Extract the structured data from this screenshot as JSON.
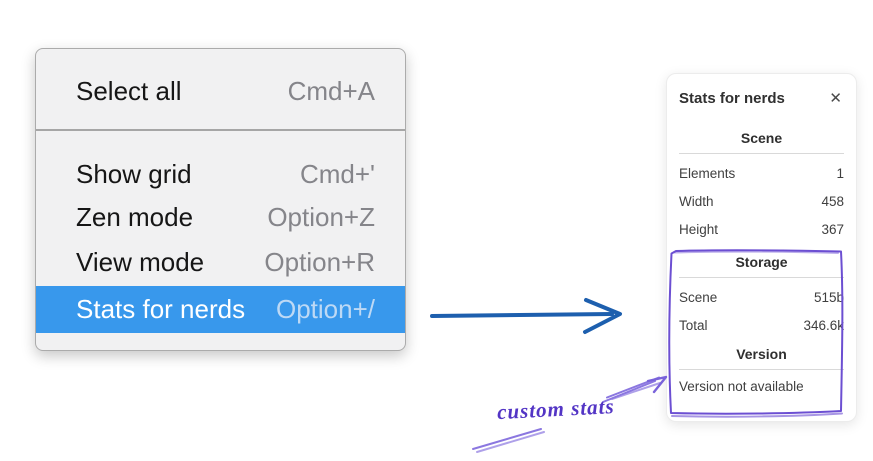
{
  "menu": {
    "items": [
      {
        "label": "Select all",
        "shortcut": "Cmd+A",
        "selected": false
      },
      {
        "label": "Show grid",
        "shortcut": "Cmd+'",
        "selected": false
      },
      {
        "label": "Zen mode",
        "shortcut": "Option+Z",
        "selected": false
      },
      {
        "label": "View mode",
        "shortcut": "Option+R",
        "selected": false
      },
      {
        "label": "Stats for nerds",
        "shortcut": "Option+/",
        "selected": true
      }
    ]
  },
  "stats_panel": {
    "title": "Stats for nerds",
    "close_icon": "✕",
    "sections": [
      {
        "heading": "Scene",
        "rows": [
          {
            "label": "Elements",
            "value": "1"
          },
          {
            "label": "Width",
            "value": "458"
          },
          {
            "label": "Height",
            "value": "367"
          }
        ]
      },
      {
        "heading": "Storage",
        "rows": [
          {
            "label": "Scene",
            "value": "515b"
          },
          {
            "label": "Total",
            "value": "346.6k"
          }
        ]
      },
      {
        "heading": "Version",
        "note": "Version not available"
      }
    ]
  },
  "annotation": {
    "label": "custom stats"
  },
  "colors": {
    "menu_highlight": "#3898ec",
    "arrow_blue": "#1d5fae",
    "annotation_purple": "#6c4fd2",
    "annotation_purple_light": "#8b77e0",
    "annotation_text": "#5335c5"
  }
}
